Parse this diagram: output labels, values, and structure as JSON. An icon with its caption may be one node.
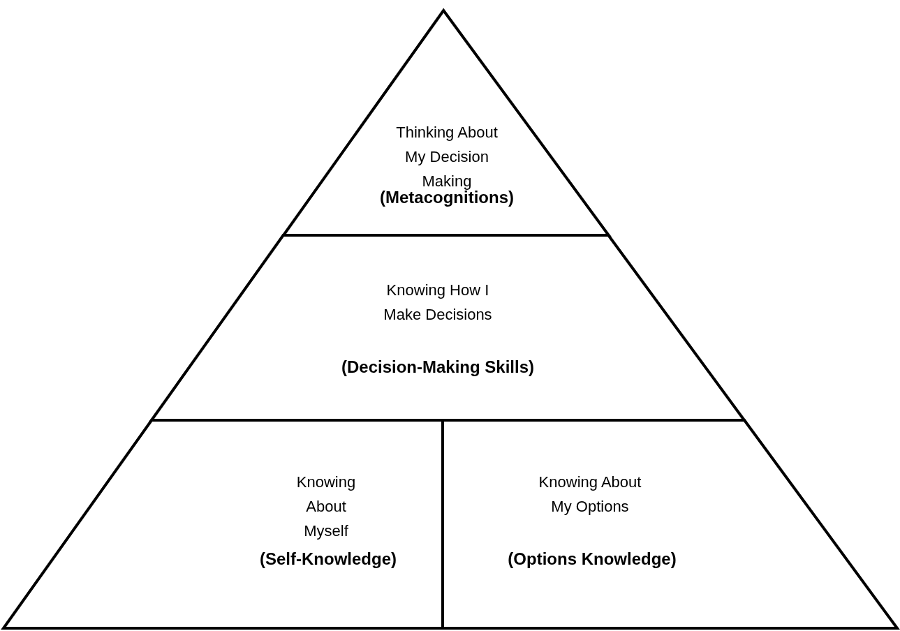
{
  "diagram": {
    "nodes": [
      {
        "text": [
          "Thinking About My Decision Making",
          "(Metacognitions)"
        ]
      },
      {
        "text": [
          "Knowing How I Make Decisions",
          "(Decision-Making Skills)"
        ]
      },
      {
        "text": [
          "Knowing About Myself",
          "(Self-Knowledge)"
        ]
      },
      {
        "text": [
          "Knowing About My Options",
          "(Options Knowledge)"
        ]
      }
    ]
  }
}
